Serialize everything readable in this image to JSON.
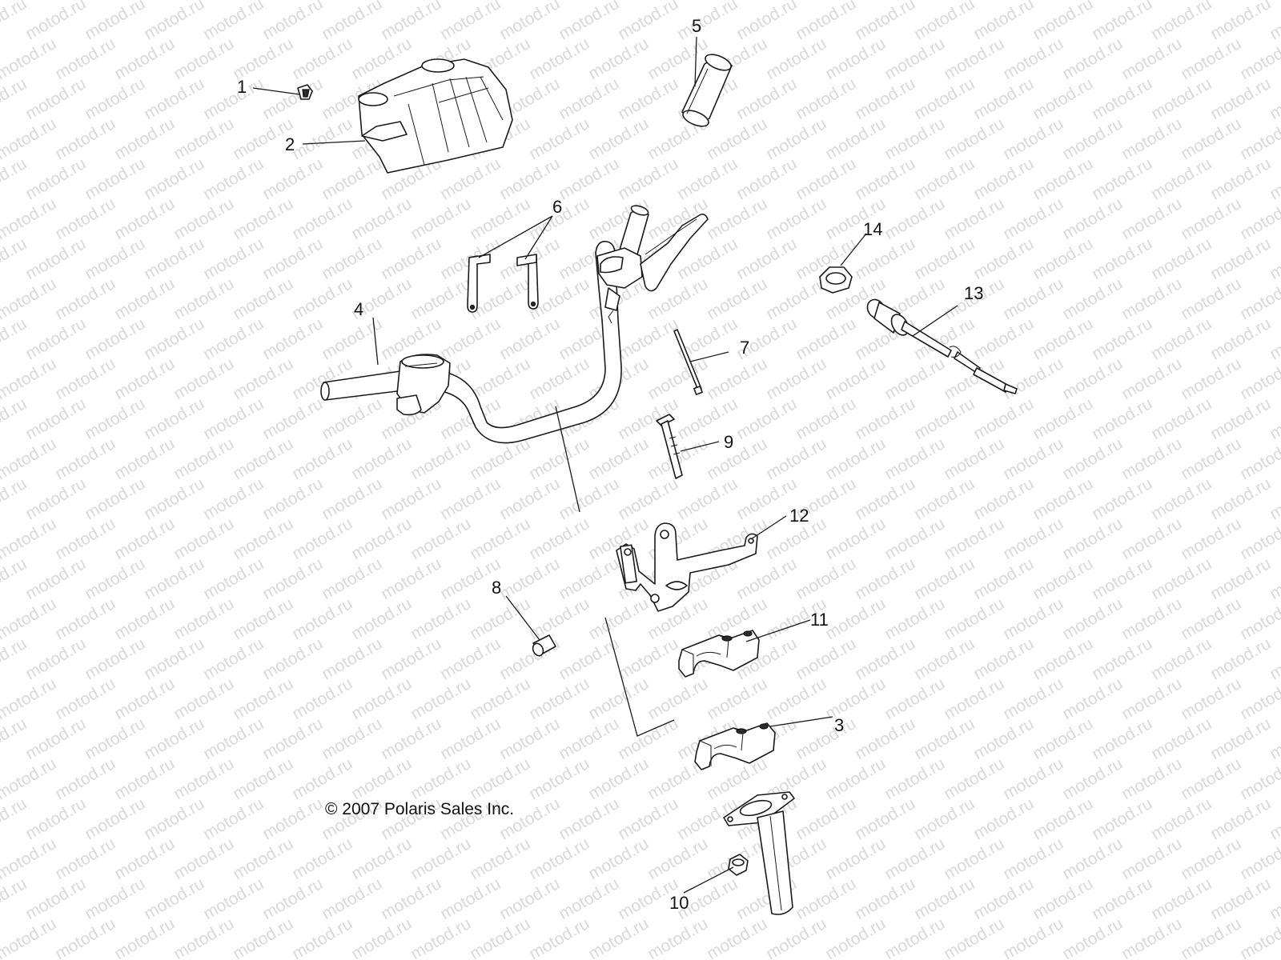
{
  "watermark": "motod.ru",
  "copyright": "© 2007  Polaris Sales Inc.",
  "callouts": {
    "c1": "1",
    "c2": "2",
    "c3": "3",
    "c4": "4",
    "c5": "5",
    "c6": "6",
    "c7": "7",
    "c8": "8",
    "c9": "9",
    "c10": "10",
    "c11": "11",
    "c12": "12",
    "c13": "13",
    "c14": "14"
  }
}
